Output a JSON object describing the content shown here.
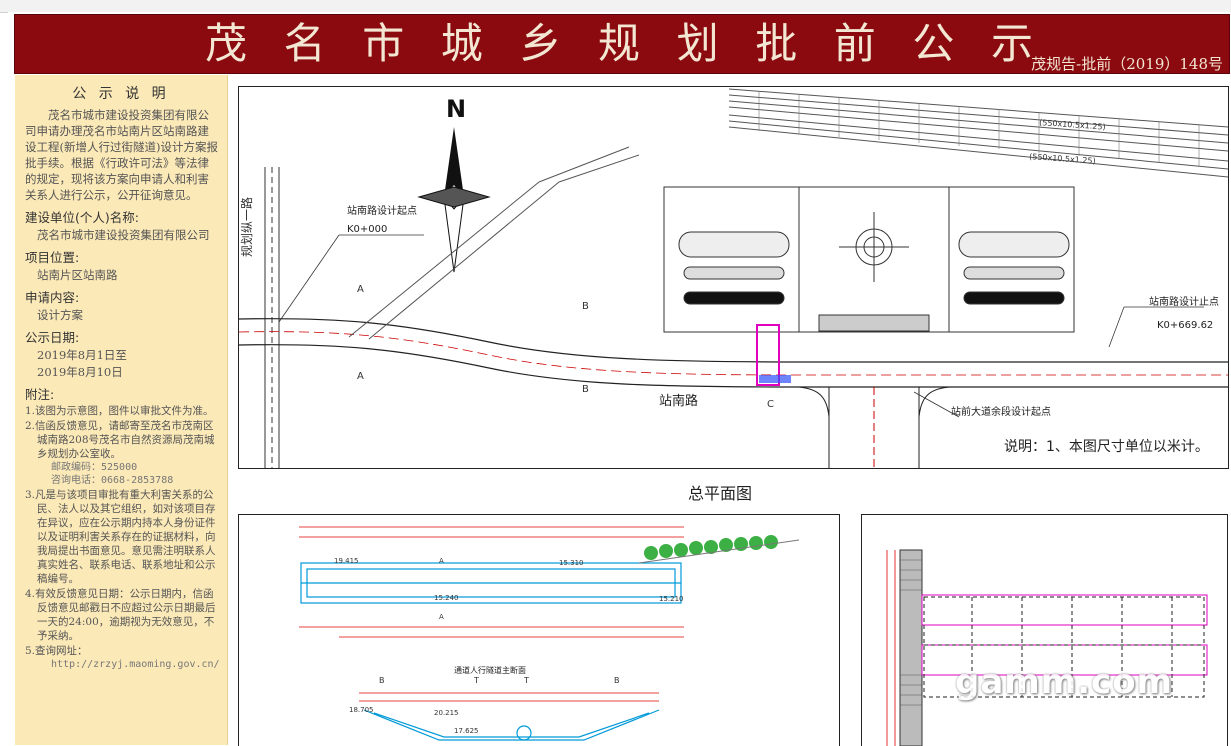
{
  "banner": {
    "title": "茂名市城乡规划批前公示",
    "doc_no": "茂规告-批前（2019）148号"
  },
  "notice": {
    "heading": "公 示 说 明",
    "intro": "茂名市城市建设投资集团有限公司申请办理茂名市站南片区站南路建设工程(新增人行过街隧道)设计方案报批手续。根据《行政许可法》等法律的规定，现将该方案向申请人和利害关系人进行公示，公开征询意见。",
    "applicant_label": "建设单位(个人)名称:",
    "applicant": "茂名市城市建设投资集团有限公司",
    "location_label": "项目位置:",
    "location": "站南片区站南路",
    "content_label": "申请内容:",
    "content": "设计方案",
    "date_label": "公示日期:",
    "date_from": "2019年8月1日至",
    "date_to": "2019年8月10日",
    "notes_label": "附注:",
    "note1": "1.该图为示意图，图件以审批文件为准。",
    "note2": "2.信函反馈意见，请邮寄至茂名市茂南区城南路208号茂名市自然资源局茂南城乡规划办公室收。",
    "zip": "邮政编码：525000",
    "tel": "咨询电话：0668-2853788",
    "note3": "3.凡是与该项目审批有重大利害关系的公民、法人以及其它组织，如对该项目存在异议，应在公示期内持本人身份证件以及证明利害关系存在的证据材料，向我局提出书面意见。意见需注明联系人真实姓名、联系电话、联系地址和公示稿编号。",
    "note4": "4.有效反馈意见日期：公示日期内，信函反馈意见邮戳日不应超过公示日期最后一天的24:00，逾期视为无效意见，不予采纳。",
    "note5": "5.查询网址：",
    "url": "http://zrzyj.maoming.gov.cn/"
  },
  "plan": {
    "caption": "总平面图",
    "north": "N",
    "road_west": "规划纵一路",
    "start_label": "站南路设计起点",
    "start_km": "K0+000",
    "end_label": "站南路设计止点",
    "end_km": "K0+669.62",
    "road_name": "站南路",
    "junction_label": "站前大道余段设计起点",
    "note": "说明：1、本图尺寸单位以米计。",
    "rail_spec1": "(550x10.5x1.25)",
    "rail_spec2": "(550x10.5x1.25)",
    "mark_a": "A",
    "mark_b": "B",
    "mark_c": "C"
  },
  "section": {
    "title": "通道人行隧道主断面",
    "elev1": "19.415",
    "elev2": "15.240",
    "elev3": "15.310",
    "elev4": "15.210",
    "elev5": "18.705",
    "elev6": "20.215",
    "elev7": "17.625",
    "mark_i": "A",
    "mark_ib": "B",
    "mark_t": "T"
  },
  "watermark": "gamm.com"
}
